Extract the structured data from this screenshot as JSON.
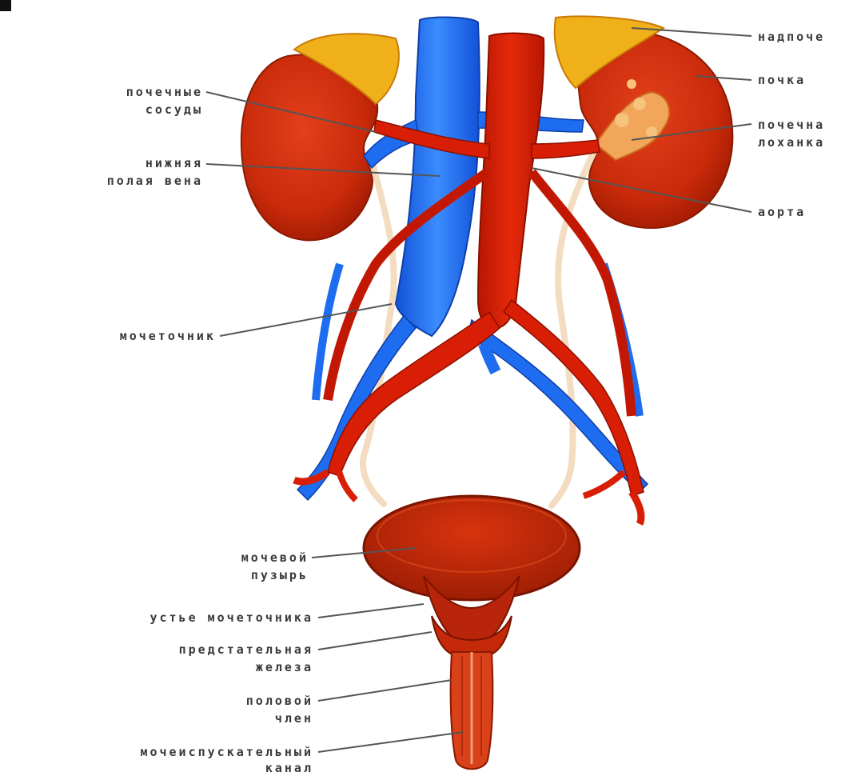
{
  "labels": {
    "adrenal": "надпоче",
    "kidney": "почка",
    "pelvis_l1": "почечна",
    "pelvis_l2": "лоханка",
    "aorta": "аорта",
    "vessels_l1": "почечные",
    "vessels_l2": "сосуды",
    "vena_l1": "нижняя",
    "vena_l2": "полая вена",
    "ureter": "мочеточник",
    "bladder_l1": "мочевой",
    "bladder_l2": "пузырь",
    "orifice": "устье мочеточника",
    "prostate_l1": "предстательная",
    "prostate_l2": "железа",
    "penis_l1": "половой",
    "penis_l2": "член",
    "urethra_l1": "мочеиспускательный",
    "urethra_l2": "канал"
  },
  "colors": {
    "artery": "#d81e05",
    "artery_dark": "#a81200",
    "vein": "#1e6cf0",
    "kidney": "#c92a0c",
    "adrenal": "#f1b21a",
    "ureter": "#f3dcc0",
    "bladder": "#b8250a",
    "leader": "#555555"
  }
}
